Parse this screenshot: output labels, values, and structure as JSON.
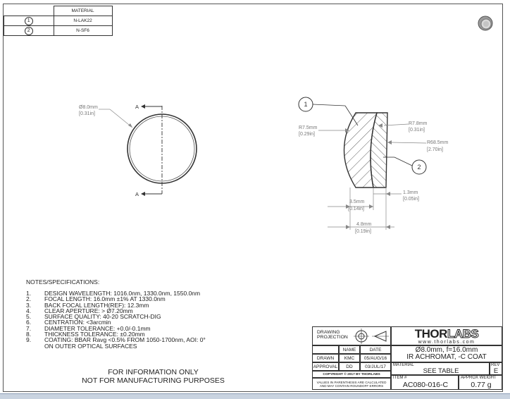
{
  "material_table": {
    "header": "MATERIAL",
    "rows": [
      {
        "id": "1",
        "material": "N-LAK22"
      },
      {
        "id": "2",
        "material": "N-SF6"
      }
    ]
  },
  "front_view": {
    "diameter_mm": "Ø8.0mm",
    "diameter_in": "[0.31in]",
    "section_label": "A"
  },
  "side_view": {
    "balloon_1": "1",
    "balloon_2": "2",
    "r1_mm": "R7.5mm",
    "r1_in": "[0.29in]",
    "r2_mm": "R7.8mm",
    "r2_in": "[0.31in]",
    "r3_mm": "R68.5mm",
    "r3_in": "[2.70in]",
    "t1_mm": "1.3mm",
    "t1_in": "[0.05in]",
    "t2_mm": "3.5mm",
    "t2_in": "[0.14in]",
    "t3_mm": "4.8mm",
    "t3_in": "[0.19in]"
  },
  "notes": {
    "title": "NOTES/SPECIFICATIONS:",
    "items": [
      {
        "num": "1.",
        "text": "DESIGN WAVELENGTH: 1016.0nm, 1330.0nm, 1550.0nm"
      },
      {
        "num": "2.",
        "text": "FOCAL LENGTH: 16.0mm ±1% AT 1330.0nm"
      },
      {
        "num": "3.",
        "text": "BACK FOCAL LENGTH(REF): 12.3mm"
      },
      {
        "num": "4.",
        "text": "CLEAR APERTURE: > Ø7.20mm"
      },
      {
        "num": "5.",
        "text": "SURFACE QUALITY: 40-20 SCRATCH-DIG"
      },
      {
        "num": "6.",
        "text": "CENTRATION: <3arcmin"
      },
      {
        "num": "7.",
        "text": "DIAMETER TOLERANCE: +0.0/-0.1mm"
      },
      {
        "num": "8.",
        "text": "THICKNESS TOLERANCE: ±0.20mm"
      },
      {
        "num": "9.",
        "text": "COATING: BBAR Ravg <0.5% FROM 1050-1700nm, AOI: 0°"
      },
      {
        "num": "",
        "text": "ON OUTER OPTICAL SURFACES"
      }
    ]
  },
  "footer_note": {
    "line1": "FOR INFORMATION ONLY",
    "line2": "NOT FOR MANUFACTURING PURPOSES"
  },
  "title_block": {
    "drawing_projection": "DRAWING\nPROJECTION",
    "name_header": "NAME",
    "date_header": "DATE",
    "drawn_label": "DRAWN",
    "drawn_name": "KMC",
    "drawn_date": "05/AUG/16",
    "approval_label": "APPROVAL",
    "approval_name": "DD",
    "approval_date": "03/JUL/17",
    "copyright": "COPYRIGHT © 2017 BY THORLABS",
    "disclaimer": "VALUES IN PARENTHESIS ARE CALCULATED\nAND MAY CONTAIN ROUNDOFF ERRORS",
    "logo_thor": "THOR",
    "logo_labs": "LABS",
    "website": "www.thorlabs.com",
    "desc_line1": "Ø8.0mm, f=16.0mm",
    "desc_line2": "IR ACHROMAT, -C COAT",
    "material_label": "MATERIAL",
    "material_value": "SEE TABLE",
    "rev_label": "REV",
    "rev_value": "E",
    "item_label": "ITEM #",
    "item_value": "AC080-016-C",
    "weight_label": "APPROX WEIGHT",
    "weight_value": "0.77 g"
  },
  "colors": {
    "line": "#333333",
    "dim": "#888888",
    "dim_text": "#777777",
    "bottom_bar": "#c9d3e0"
  }
}
